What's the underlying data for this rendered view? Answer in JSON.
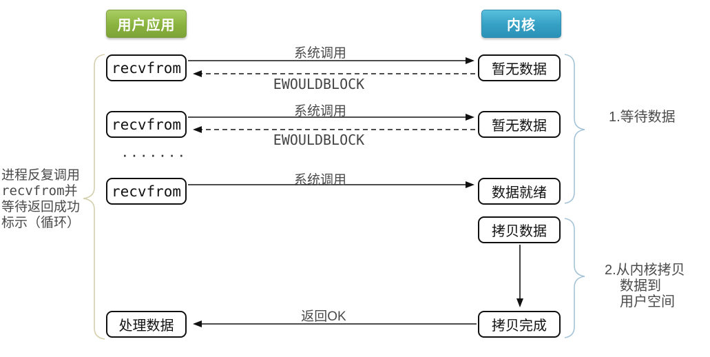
{
  "headers": {
    "user_app": "用户应用",
    "kernel": "内核"
  },
  "nodes": {
    "recvfrom_1": "recvfrom",
    "recvfrom_2": "recvfrom",
    "recvfrom_3": "recvfrom",
    "process_data": "处理数据",
    "no_data_1": "暂无数据",
    "no_data_2": "暂无数据",
    "data_ready": "数据就绪",
    "copy_data": "拷贝数据",
    "copy_done": "拷贝完成"
  },
  "ellipsis": "·······",
  "arrow_labels": {
    "syscall_1": "系统调用",
    "ewouldblock_1": "EWOULDBLOCK",
    "syscall_2": "系统调用",
    "ewouldblock_2": "EWOULDBLOCK",
    "syscall_3": "系统调用",
    "return_ok": "返回OK"
  },
  "left_note": {
    "line1": "进程反复调用",
    "line2_code": "recvfrom",
    "line2_suffix": "并",
    "line3": "等待返回成功",
    "line4": "标示（循环）"
  },
  "right_notes": {
    "note1": "1.等待数据",
    "note2_line1": "2.从内核拷贝",
    "note2_line2": "数据到",
    "note2_line3": "用户空间"
  },
  "colors": {
    "user_app_green": "#8ab33e",
    "kernel_blue": "#35a0c4",
    "brace_left_tan": "#d4cfae",
    "brace_right_blue": "#a4c3d6",
    "arrow_black": "#111111",
    "label_gray": "#4a4a4a"
  }
}
